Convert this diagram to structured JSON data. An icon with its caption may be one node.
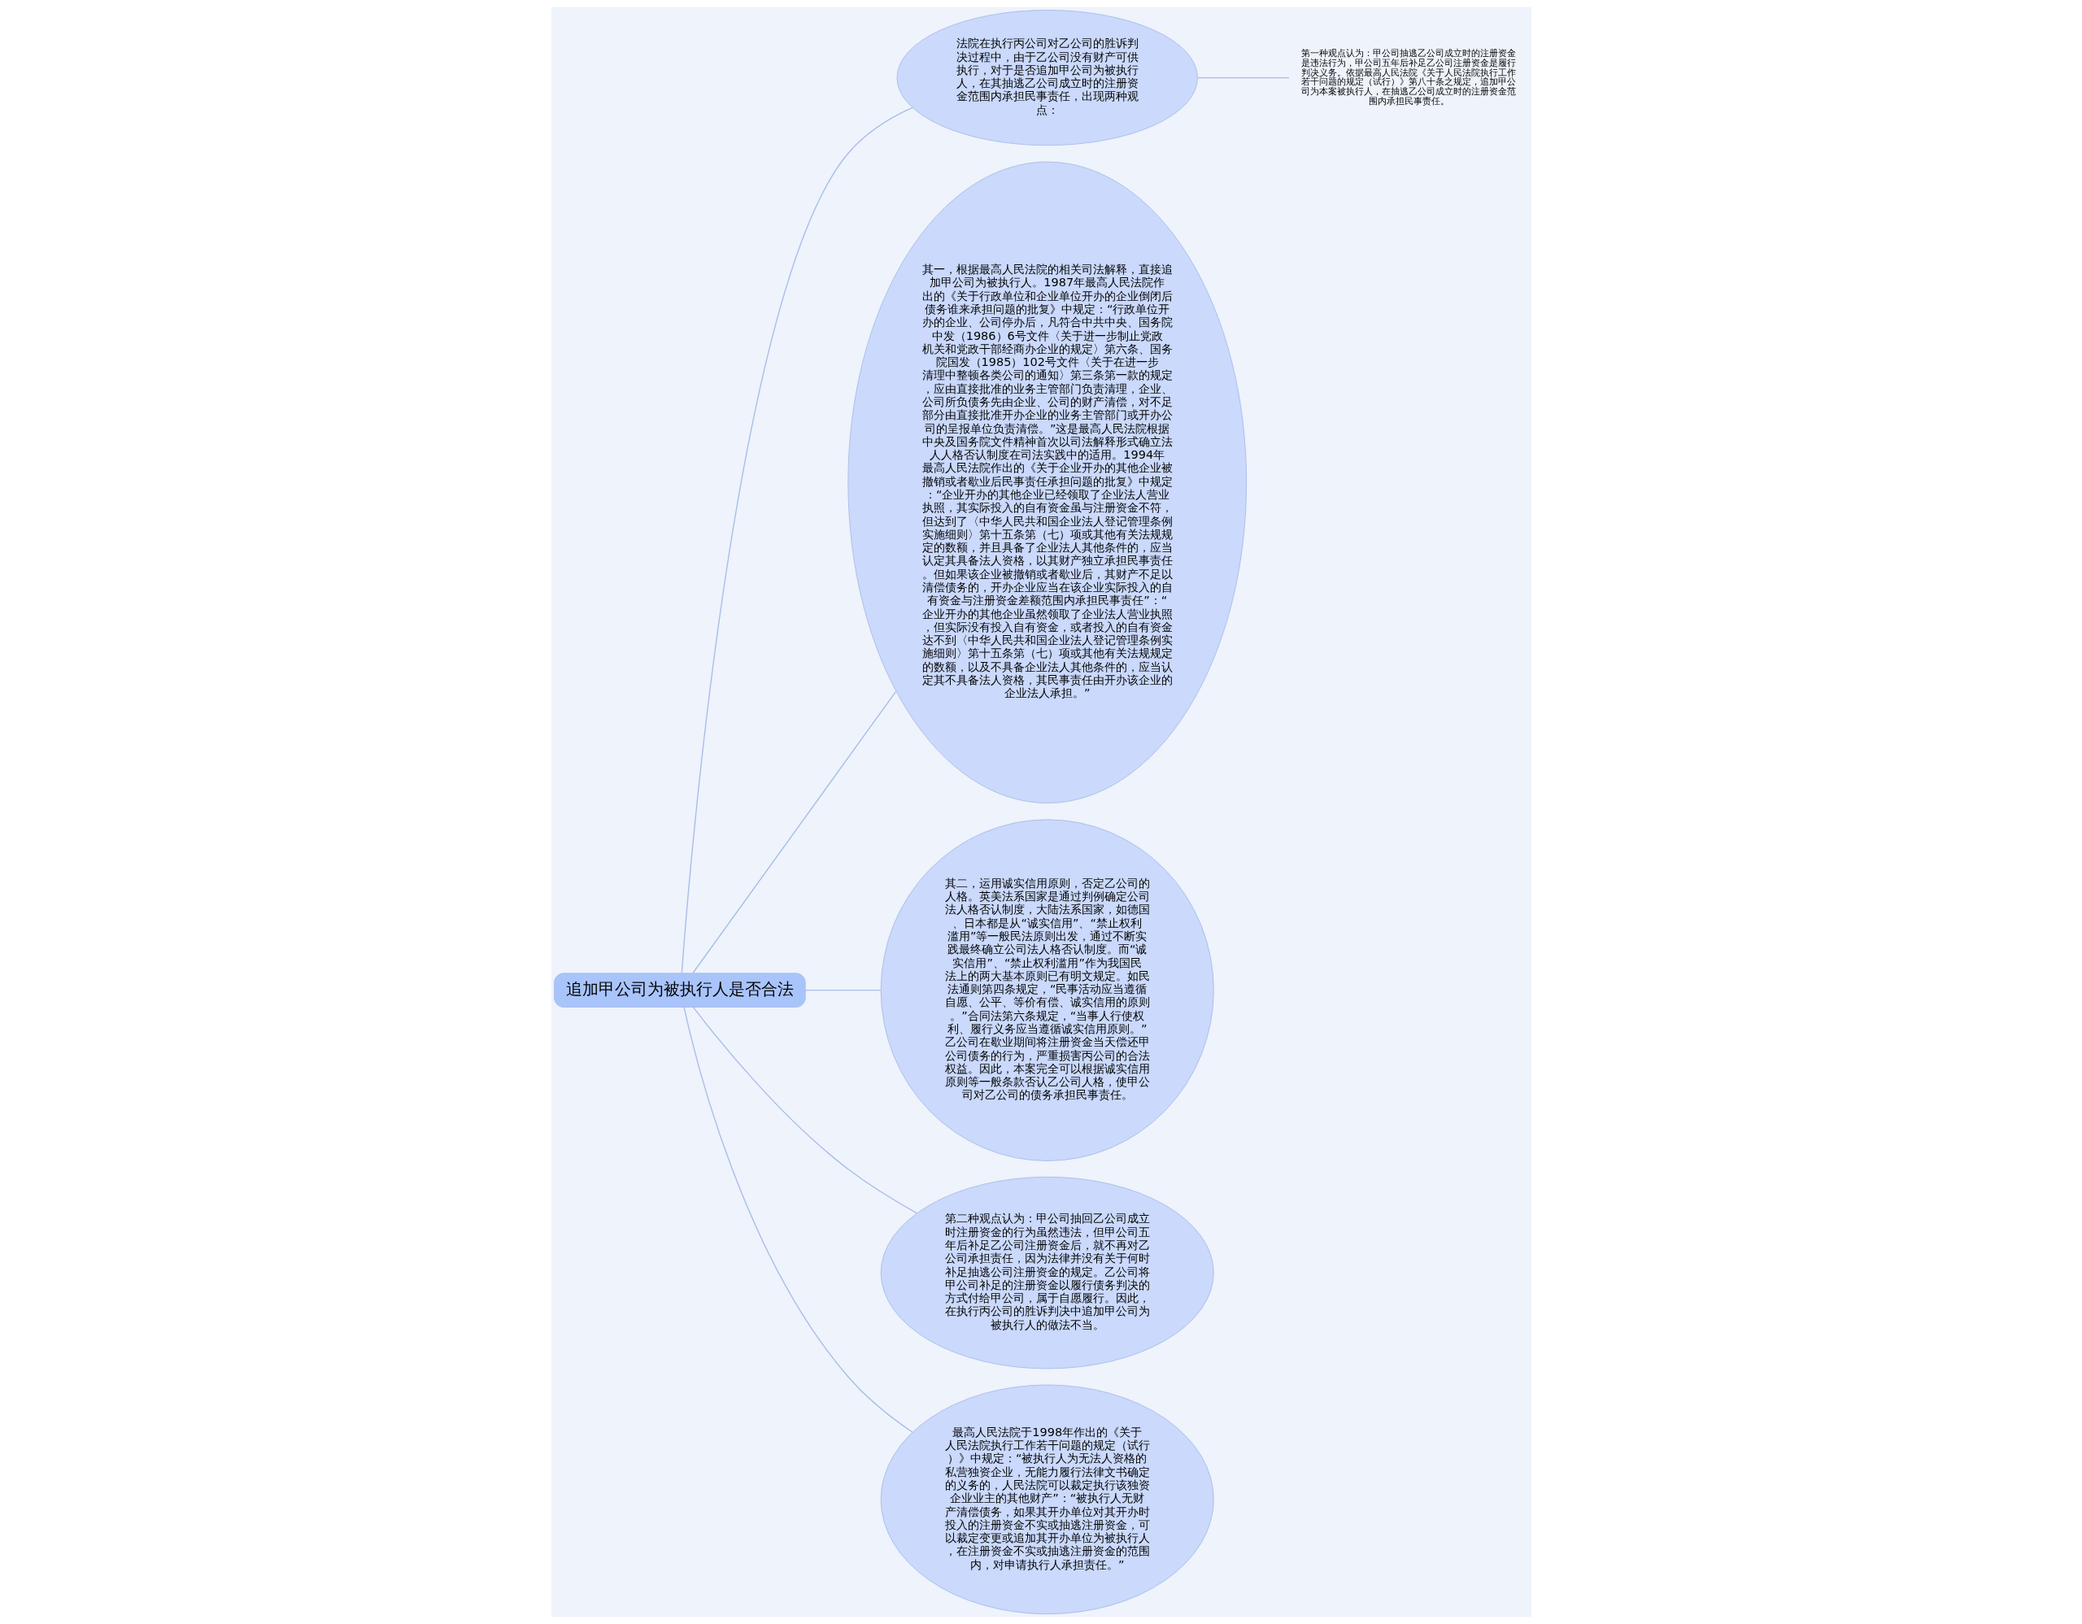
{
  "diagram": {
    "nodes": [
      {
        "text": [
          "追加甲公司为被执行人是否合法"
        ]
      },
      {
        "text": [
          "法院在执行丙公司对乙公司的胜诉判决过程中，由于乙公司没有财产可供执行，对于是否追加甲公司为被执行人，在其抽逃乙公司成立时的注册资金范围内承担民事责任，出现两种观点："
        ]
      },
      {
        "text": [
          "第一种观点认为：甲公司抽逃乙公司成立时的注册资金是违法行为，甲公司五年后补足乙公司注册资金是履行判决义务。依据最高人民法院《关于人民法院执行工作若干问题的规定（试行）》第八十条之规定，追加甲公司为本案被执行人，在抽逃乙公司成立时的注册资金范围内承担民事责任。"
        ]
      },
      {
        "text": [
          "其一，根据最高人民法院的相关司法解释，直接追加甲公司为被执行人。1987年最高人民法院作出的《关于行政单位和企业单位开办的企业倒闭后债务谁来承担问题的批复》中规定：“行政单位开办的企业、公司停办后，凡符合中共中央、国务院中发（1986）6号文件〈关于进一步制止党政机关和党政干部经商办企业的规定〉第六条、国务院国发（1985）102号文件〈关于在进一步清理中整顿各类公司的通知〉第三条第一款的规定，应由直接批准的业务主管部门负责清理，企业、公司所负债务先由企业、公司的财产清偿，对不足部分由直接批准开办企业的业务主管部门或开办公司的呈报单位负责清偿。”这是最高人民法院根据中央及国务院文件精神首次以司法解释形式确立法人人格否认制度在司法实践中的适用。1994年最高人民法院作出的《关于企业开办的其他企业被撤销或者歇业后民事责任承担问题的批复》中规定：“企业开办的其他企业已经领取了企业法人营业执照，其实际投入的自有资金虽与注册资金不符，但达到了〈中华人民共和国企业法人登记管理条例实施细则〉第十五条第（七）项或其他有关法规规定的数额，并且具备了企业法人其他条件的，应当认定其具备法人资格，以其财产独立承担民事责任。但如果该企业被撤销或者歇业后，其财产不足以清偿债务的，开办企业应当在该企业实际投入的自有资金与注册资金差额范围内承担民事责任”：“企业开办的其他企业虽然领取了企业法人营业执照，但实际没有投入自有资金，或者投入的自有资金达不到〈中华人民共和国企业法人登记管理条例实施细则〉第十五条第（七）项或其他有关法规规定的数额，以及不具备企业法人其他条件的，应当认定其不具备法人资格，其民事责任由开办该企业的企业法人承担。”"
        ]
      },
      {
        "text": [
          "其二，运用诚实信用原则，否定乙公司的人格。英美法系国家是通过判例确定公司法人格否认制度，大陆法系国家，如德国、日本都是从“诚实信用”、“禁止权利滥用”等一般民法原则出发，通过不断实践最终确立公司法人格否认制度。而“诚实信用”、“禁止权利滥用”作为我国民法上的两大基本原则已有明文规定。如民法通则第四条规定，“民事活动应当遵循自愿、公平、等价有偿、诚实信用的原则。”合同法第六条规定，“当事人行使权利、履行义务应当遵循诚实信用原则。”乙公司在歇业期间将注册资金当天偿还甲公司债务的行为，严重损害丙公司的合法权益。因此，本案完全可以根据诚实信用原则等一般条款否认乙公司人格，使甲公司对乙公司的债务承担民事责任。"
        ]
      },
      {
        "text": [
          "第二种观点认为：甲公司抽回乙公司成立时注册资金的行为虽然违法，但甲公司五年后补足乙公司注册资金后，就不再对乙公司承担责任，因为法律并没有关于何时补足抽逃公司注册资金的规定。乙公司将甲公司补足的注册资金以履行债务判决的方式付给甲公司，属于自愿履行。因此，在执行丙公司的胜诉判决中追加甲公司为被执行人的做法不当。"
        ]
      },
      {
        "text": [
          "最高人民法院于1998年作出的《关于人民法院执行工作若干问题的规定（试行）》中规定：“被执行人为无法人资格的私营独资企业，无能力履行法律文书确定的义务的，人民法院可以裁定执行该独资企业业主的其他财产”：“被执行人无财产清偿债务，如果其开办单位对其开办时投入的注册资金不实或抽逃注册资金，可以裁定变更或追加其开办单位为被执行人，在注册资金不实或抽逃注册资金的范围内，对申请执行人承担责任。”"
        ]
      }
    ],
    "edges": [
      {
        "from": 0,
        "to": 1,
        "arrow": "none"
      },
      {
        "from": 1,
        "to": 2,
        "arrow": "none"
      },
      {
        "from": 0,
        "to": 3,
        "arrow": "none"
      },
      {
        "from": 0,
        "to": 4,
        "arrow": "none"
      },
      {
        "from": 0,
        "to": 5,
        "arrow": "none"
      },
      {
        "from": 0,
        "to": 6,
        "arrow": "none"
      }
    ]
  }
}
